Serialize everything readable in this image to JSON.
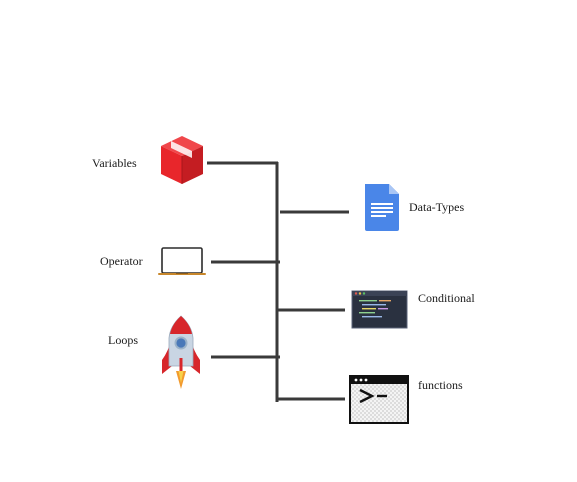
{
  "diagram": {
    "left_nodes": [
      {
        "label": "Variables",
        "icon": "package-box-icon"
      },
      {
        "label": "Operator",
        "icon": "laptop-icon"
      },
      {
        "label": "Loops",
        "icon": "rocket-icon"
      }
    ],
    "right_nodes": [
      {
        "label": "Data-Types",
        "icon": "document-icon"
      },
      {
        "label": "Conditional",
        "icon": "code-editor-icon"
      },
      {
        "label": "functions",
        "icon": "terminal-icon"
      }
    ],
    "colors": {
      "connector": "#3a3a3a",
      "box": "#e8262b",
      "doc": "#4a86e8",
      "rocket_fin": "#d7262b",
      "terminal_bg": "#f0f0f0"
    }
  }
}
